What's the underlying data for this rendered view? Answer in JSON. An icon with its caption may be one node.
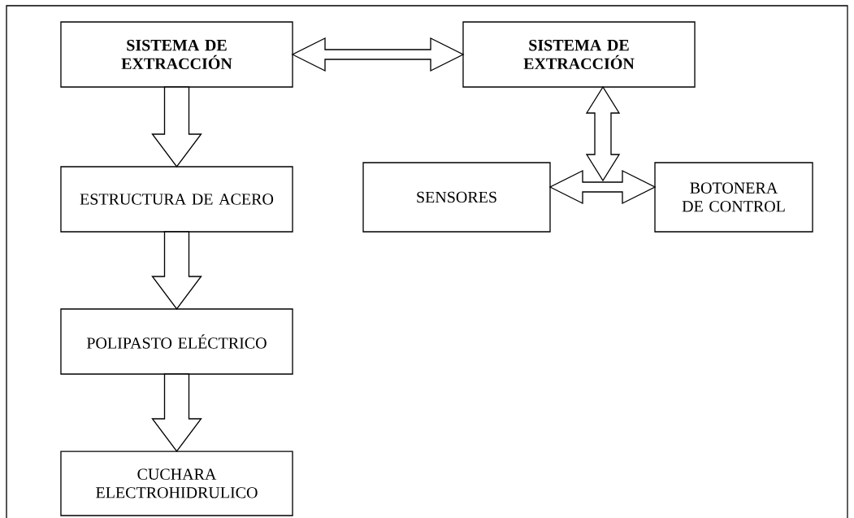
{
  "diagram": {
    "nodes": [
      {
        "text": [
          "**SISTEMA DE EXTRACCIÓN**"
        ]
      },
      {
        "text": [
          "**SISTEMA DE EXTRACCIÓN**"
        ]
      },
      {
        "text": [
          "ESTRUCTURA DE ACERO"
        ]
      },
      {
        "text": [
          "POLIPASTO ELÉCTRICO"
        ]
      },
      {
        "text": [
          "CUCHARA ELECTROHIDRULICO"
        ]
      },
      {
        "text": [
          "SENSORES"
        ]
      },
      {
        "text": [
          "BOTONERA DE CONTROL"
        ]
      }
    ],
    "edges": [
      {
        "from": 0,
        "to": 1,
        "arrow": "both"
      },
      {
        "from": 0,
        "to": 2,
        "arrow": "to"
      },
      {
        "from": 2,
        "to": 3,
        "arrow": "to"
      },
      {
        "from": 3,
        "to": 4,
        "arrow": "to"
      },
      {
        "from": 5,
        "to": 6,
        "arrow": "both"
      },
      {
        "from": 1,
        "to": 5,
        "arrow": "both"
      },
      {
        "from": 1,
        "to": 6,
        "arrow": "both"
      }
    ]
  }
}
